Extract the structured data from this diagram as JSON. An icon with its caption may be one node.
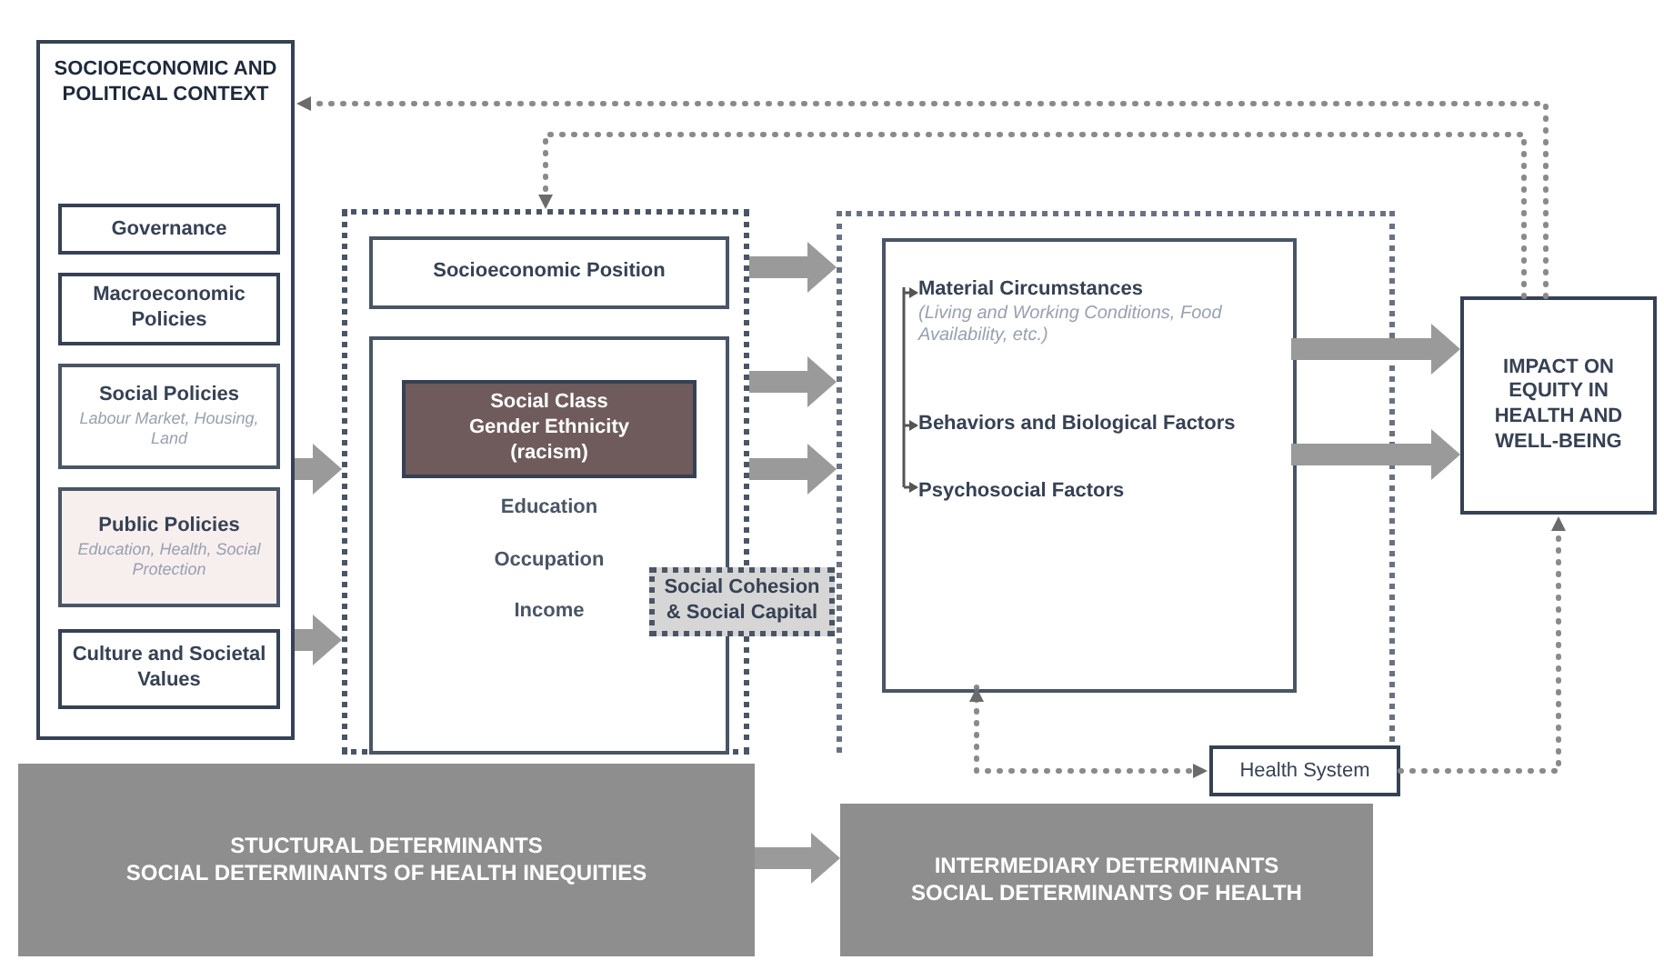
{
  "diagram": {
    "nodes": [
      {
        "text": [
          "SOCIOECONOMIC AND POLITICAL CONTEXT"
        ]
      },
      {
        "text": [
          "Governance"
        ],
        "in": 0
      },
      {
        "text": [
          "Macroeconomic Policies"
        ],
        "in": 0
      },
      {
        "text": [
          "Social Policies",
          "Labour Market, Housing, Land"
        ],
        "in": 0
      },
      {
        "text": [
          "Public Policies",
          "Education, Health, Social Protection"
        ],
        "in": 0
      },
      {
        "text": [
          "Culture and Societal Values"
        ],
        "in": 0
      },
      {
        "text": [],
        "shape": "box"
      },
      {
        "text": [
          "Socioeconomic Position"
        ],
        "in": 6
      },
      {
        "text": [
          "Education",
          "Occupation",
          "Income"
        ],
        "in": 6
      },
      {
        "text": [
          "Social Class Gender Ethnicity (racism)"
        ],
        "in": 8
      },
      {
        "text": [
          "Social Cohesion & Social Capital"
        ]
      },
      {
        "text": [],
        "shape": "box"
      },
      {
        "text": [],
        "shape": "box",
        "in": 11
      },
      {
        "text": [
          "Material Circumstances",
          "(Living and Working Conditions, Food Availability, etc.)"
        ],
        "in": 12
      },
      {
        "text": [
          "Behaviors and Biological Factors"
        ],
        "in": 12
      },
      {
        "text": [
          "Psychosocial Factors"
        ],
        "in": 12
      },
      {
        "text": [
          "Health System"
        ]
      },
      {
        "text": [
          "IMPACT ON EQUITY IN HEALTH AND WELL-BEING"
        ]
      },
      {
        "text": [
          "STUCTURAL DETERMINANTS",
          "SOCIAL DETERMINANTS OF HEALTH INEQUITIES"
        ]
      },
      {
        "text": [
          "INTERMEDIARY DETERMINANTS",
          "SOCIAL DETERMINANTS OF HEALTH"
        ]
      }
    ],
    "edges": [
      {
        "from": 6,
        "to": 11,
        "arrow": "to"
      },
      {
        "from": 6,
        "to": 11,
        "arrow": "to"
      },
      {
        "from": 6,
        "to": 11,
        "arrow": "to"
      },
      {
        "from": 12,
        "to": 17,
        "arrow": "to"
      },
      {
        "from": 12,
        "to": 17,
        "arrow": "to"
      },
      {
        "from": 0,
        "to": 6,
        "arrow": "to"
      },
      {
        "from": 0,
        "to": 6,
        "arrow": "to"
      },
      {
        "from": 18,
        "to": 19,
        "arrow": "to"
      },
      {
        "from": 17,
        "to": 0,
        "arrow": "to",
        "style": "dashed"
      },
      {
        "from": 17,
        "to": 6,
        "arrow": "to",
        "style": "dashed"
      },
      {
        "from": 16,
        "to": 17,
        "arrow": "to",
        "style": "dashed"
      },
      {
        "from": 12,
        "to": 16,
        "arrow": "both",
        "style": "dashed"
      }
    ]
  }
}
